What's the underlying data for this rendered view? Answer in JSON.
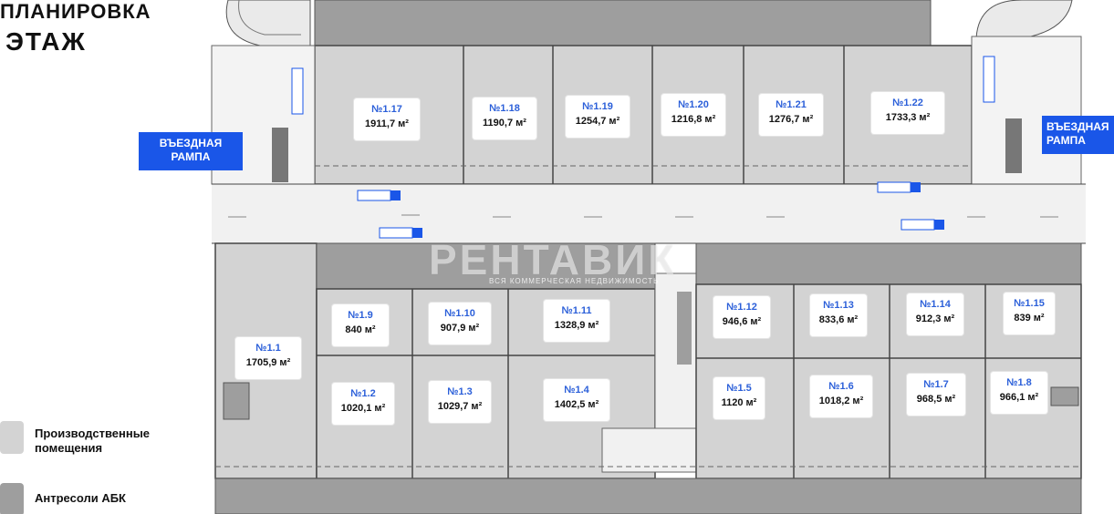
{
  "title": {
    "line1": "ПЛАНИРОВКА",
    "line2": "ЭТАЖ"
  },
  "ramps": {
    "left": "ВЪЕЗДНАЯ\nРАМПА",
    "right": "ВЪЕЗДНАЯ\nРАМПА"
  },
  "watermark": {
    "brand": "РЕНТАВИК",
    "tagline": "ВСЯ КОММЕРЧЕСКАЯ НЕДВИЖИМОСТЬ"
  },
  "units": [
    {
      "id": "1.17",
      "label": "№1.17",
      "area": "1911,7 м²"
    },
    {
      "id": "1.18",
      "label": "№1.18",
      "area": "1190,7 м²"
    },
    {
      "id": "1.19",
      "label": "№1.19",
      "area": "1254,7 м²"
    },
    {
      "id": "1.20",
      "label": "№1.20",
      "area": "1216,8 м²"
    },
    {
      "id": "1.21",
      "label": "№1.21",
      "area": "1276,7 м²"
    },
    {
      "id": "1.22",
      "label": "№1.22",
      "area": "1733,3 м²"
    },
    {
      "id": "1.1",
      "label": "№1.1",
      "area": "1705,9 м²"
    },
    {
      "id": "1.9",
      "label": "№1.9",
      "area": "840 м²"
    },
    {
      "id": "1.10",
      "label": "№1.10",
      "area": "907,9 м²"
    },
    {
      "id": "1.11",
      "label": "№1.11",
      "area": "1328,9 м²"
    },
    {
      "id": "1.12",
      "label": "№1.12",
      "area": "946,6 м²"
    },
    {
      "id": "1.13",
      "label": "№1.13",
      "area": "833,6 м²"
    },
    {
      "id": "1.14",
      "label": "№1.14",
      "area": "912,3 м²"
    },
    {
      "id": "1.15",
      "label": "№1.15",
      "area": "839 м²"
    },
    {
      "id": "1.2",
      "label": "№1.2",
      "area": "1020,1 м²"
    },
    {
      "id": "1.3",
      "label": "№1.3",
      "area": "1029,7 м²"
    },
    {
      "id": "1.4",
      "label": "№1.4",
      "area": "1402,5 м²"
    },
    {
      "id": "1.5",
      "label": "№1.5",
      "area": "1120 м²"
    },
    {
      "id": "1.6",
      "label": "№1.6",
      "area": "1018,2 м²"
    },
    {
      "id": "1.7",
      "label": "№1.7",
      "area": "968,5 м²"
    },
    {
      "id": "1.8",
      "label": "№1.8",
      "area": "966,1 м²"
    }
  ],
  "legend": [
    {
      "label": "Производственные помещения",
      "color": "#d3d3d3"
    },
    {
      "label": "Антресоли АБК",
      "color": "#9e9e9e"
    }
  ],
  "colors": {
    "production": "#d3d3d3",
    "mezzanine": "#9e9e9e",
    "corridor": "#f1f1f1",
    "accent": "#1a56e8",
    "unit_label": "#2b5fd9"
  }
}
